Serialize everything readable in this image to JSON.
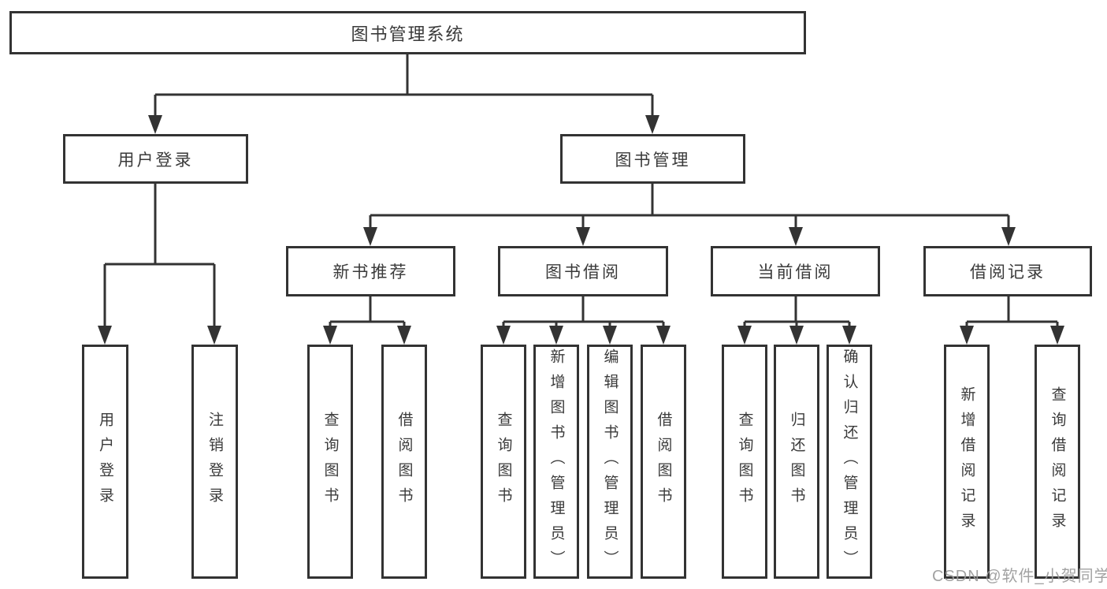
{
  "tree": {
    "label": "图书管理系统",
    "children": [
      {
        "label": "用户登录",
        "children": [
          {
            "label": "用户登录"
          },
          {
            "label": "注销登录"
          }
        ]
      },
      {
        "label": "图书管理",
        "children": [
          {
            "label": "新书推荐",
            "children": [
              {
                "label": "查询图书"
              },
              {
                "label": "借阅图书"
              }
            ]
          },
          {
            "label": "图书借阅",
            "children": [
              {
                "label": "查询图书"
              },
              {
                "label": "新增图书（管理员）"
              },
              {
                "label": "编辑图书（管理员）"
              },
              {
                "label": "借阅图书"
              }
            ]
          },
          {
            "label": "当前借阅",
            "children": [
              {
                "label": "查询图书"
              },
              {
                "label": "归还图书"
              },
              {
                "label": "确认归还（管理员）"
              }
            ]
          },
          {
            "label": "借阅记录",
            "children": [
              {
                "label": "新增借阅记录"
              },
              {
                "label": "查询借阅记录"
              }
            ]
          }
        ]
      }
    ]
  },
  "watermark": "CSDN @软件_小贺同学",
  "colors": {
    "line": "#333333",
    "text": "#3a3a3a",
    "watermark": "#9b9b9b",
    "background": "#ffffff"
  }
}
